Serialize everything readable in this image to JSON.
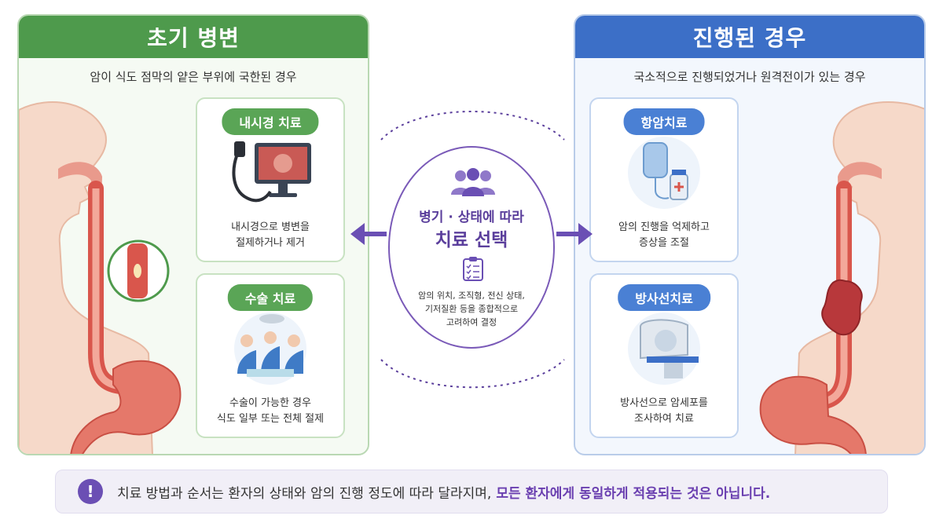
{
  "left_panel": {
    "title": "초기 병변",
    "subtitle": "암이 식도 점막의 얕은 부위에 국한된 경우",
    "cards": [
      {
        "label": "내시경 치료",
        "text_line1": "내시경으로 병변을",
        "text_line2": "절제하거나 제거"
      },
      {
        "label": "수술 치료",
        "text_line1": "수술이 가능한 경우",
        "text_line2": "식도 일부 또는 전체 절제"
      }
    ]
  },
  "right_panel": {
    "title": "진행된 경우",
    "subtitle": "국소적으로 진행되었거나 원격전이가 있는 경우",
    "cards": [
      {
        "label": "항암치료",
        "text_line1": "암의 진행을 억제하고",
        "text_line2": "증상을 조절"
      },
      {
        "label": "방사선치료",
        "text_line1": "방사선으로 암세포를",
        "text_line2": "조사하여 치료"
      }
    ]
  },
  "center": {
    "line1": "병기 · 상태에 따라",
    "line2": "치료 선택",
    "desc_line1": "암의 위치, 조직형, 전신 상태,",
    "desc_line2": "기저질환 등을 종합적으로",
    "desc_line3": "고려하여 결정"
  },
  "note": {
    "icon": "!",
    "text": "치료 방법과 순서는 환자의 상태와 암의 진행 정도에 따라 달라지며,",
    "highlight": "모든 환자에게 동일하게 적용되는 것은 아닙니다."
  },
  "colors": {
    "green": "#4e9a4c",
    "blue": "#3c6fc7",
    "purple": "#6b4fb4"
  }
}
